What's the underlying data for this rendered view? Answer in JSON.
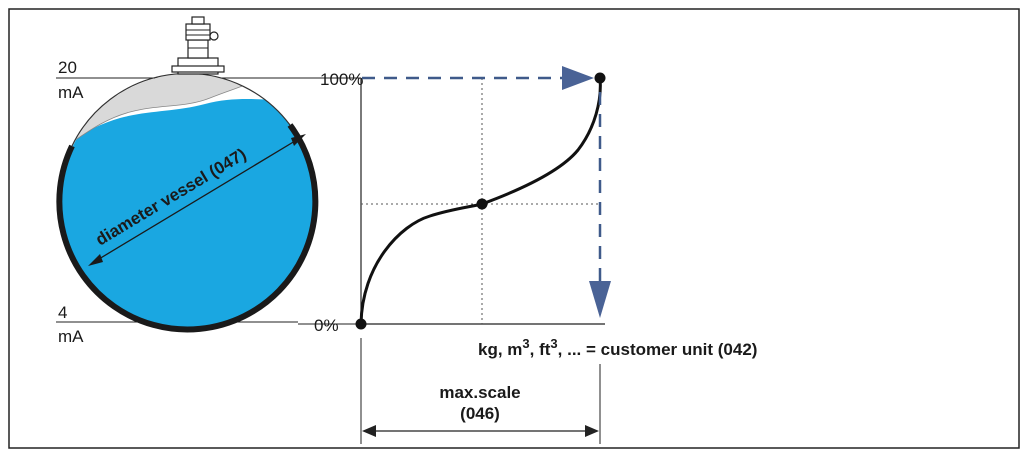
{
  "level_labels": {
    "top_value": "20",
    "top_unit": "mA",
    "bottom_value": "4",
    "bottom_unit": "mA"
  },
  "axis_labels": {
    "top": "100%",
    "bottom": "0%"
  },
  "vessel": {
    "diameter_label": "diameter vessel (047)"
  },
  "output_unit": {
    "prefix": "kg, m",
    "sup1": "3",
    "middle": ", ft",
    "sup2": "3",
    "suffix": ", ... = customer unit (042)"
  },
  "max_scale": {
    "line1": "max.scale",
    "line2": "(046)"
  },
  "colors": {
    "liquid": "#1aa7e1",
    "vessel_outline": "#1a1a1a",
    "headspace": "#d9d9d9",
    "arrow_dashed": "#3f5a8a",
    "curve": "#111111"
  }
}
